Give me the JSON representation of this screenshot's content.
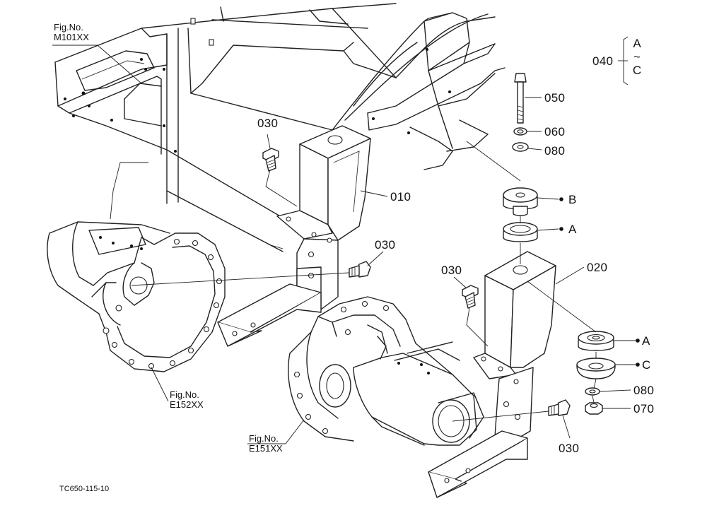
{
  "diagram": {
    "figure_refs": [
      {
        "id": "m101",
        "label": "Fig.No.",
        "number": "M101XX"
      },
      {
        "id": "e152",
        "label": "Fig.No.",
        "number": "E152XX"
      },
      {
        "id": "e151",
        "label": "Fig.No.",
        "number": "E151XX"
      }
    ],
    "part_numbers": {
      "p010": "010",
      "p020": "020",
      "p030_a": "030",
      "p030_b": "030",
      "p030_c": "030",
      "p030_d": "030",
      "p040": "040",
      "p050": "050",
      "p060": "060",
      "p070": "070",
      "p080_a": "080",
      "p080_b": "080"
    },
    "letter_callouts": {
      "b_top": "B",
      "a_top": "A",
      "a_low": "A",
      "c_low": "C"
    },
    "range_bracket": {
      "start": "A",
      "sep": "~",
      "end": "C"
    },
    "drawing_code": "TC650-115-10",
    "line_color": "#222222"
  }
}
